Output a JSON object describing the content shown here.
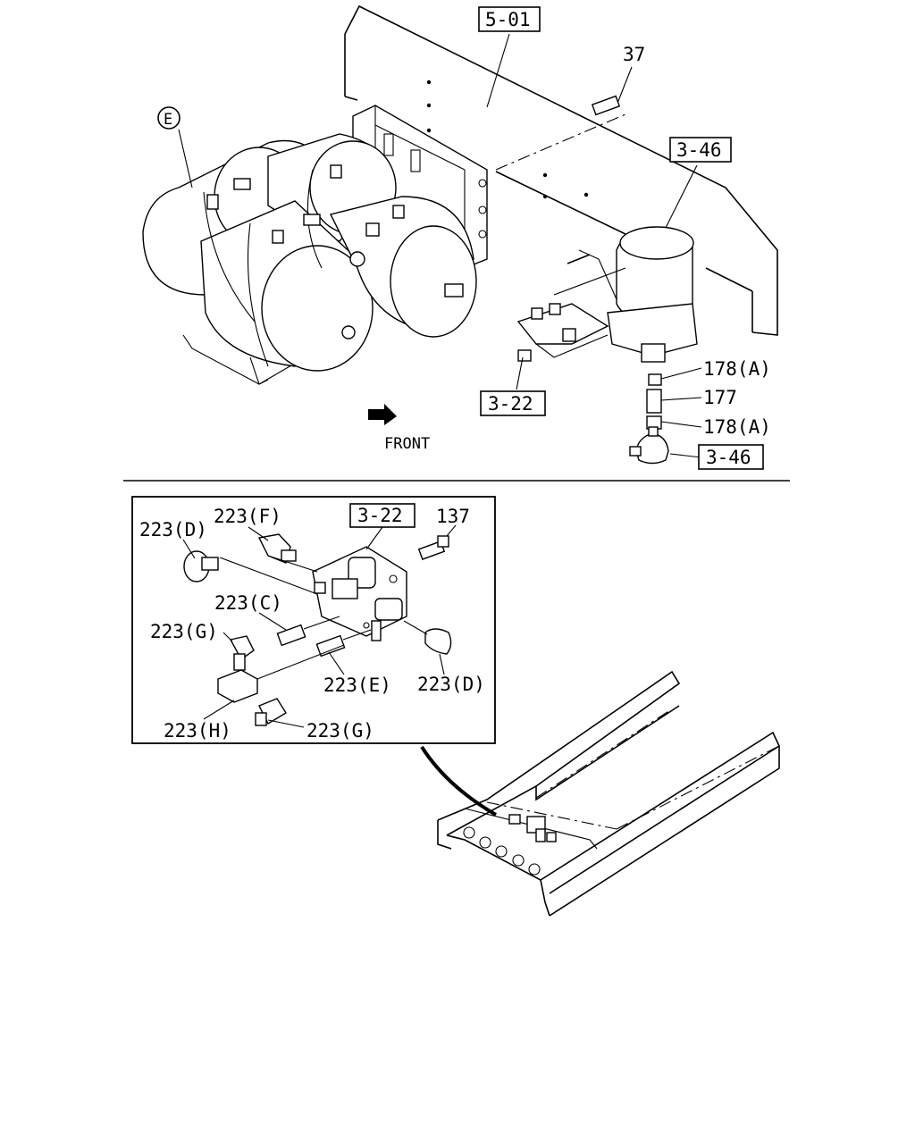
{
  "labels": {
    "ref_5_01": "5-01",
    "part_37": "37",
    "circle_e": "E",
    "ref_3_46_top": "3-46",
    "part_178a_top": "178(A)",
    "part_177": "177",
    "part_178a_bottom": "178(A)",
    "ref_3_46_bottom": "3-46",
    "ref_3_22_main": "3-22",
    "front_label": "FRONT",
    "ref_3_22_inset": "3-22",
    "part_137": "137",
    "part_223f": "223(F)",
    "part_223d_left": "223(D)",
    "part_223c": "223(C)",
    "part_223g_left": "223(G)",
    "part_223e": "223(E)",
    "part_223d_right": "223(D)",
    "part_223h": "223(H)",
    "part_223g_bottom": "223(G)"
  }
}
